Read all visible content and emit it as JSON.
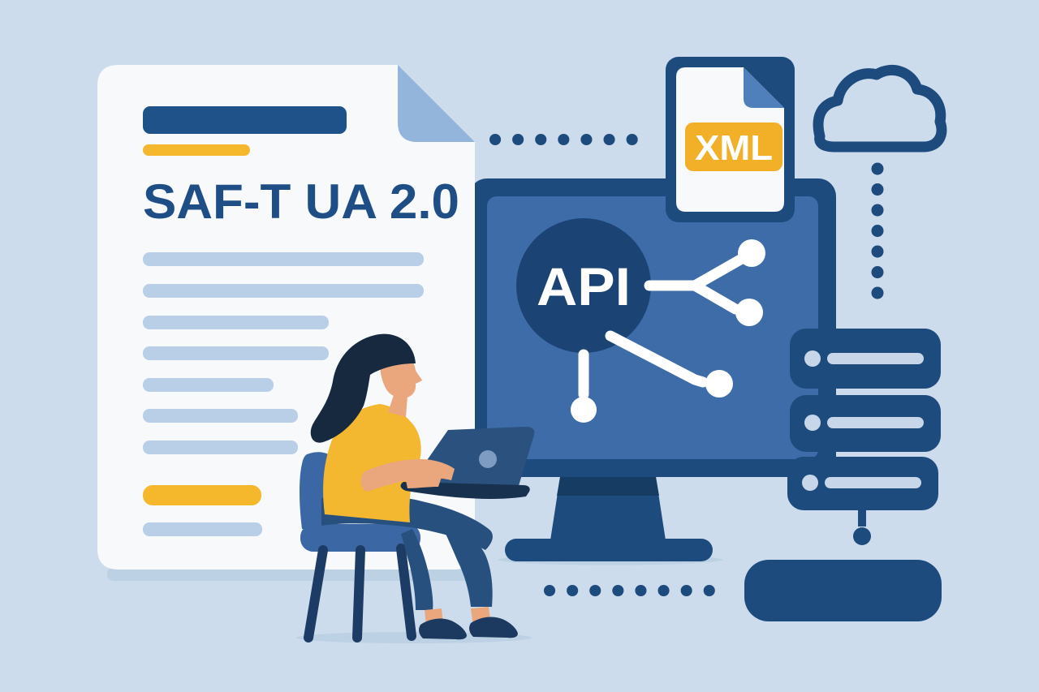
{
  "scene": {
    "description": "Flat illustration: SAF-T UA 2.0 electronic audit file concept with API integration",
    "document": {
      "heading": "SAF-T UA 2.0"
    },
    "monitor": {
      "api_label": "API"
    },
    "xml_file": {
      "label": "XML"
    },
    "icons": [
      "document-icon",
      "folded-corner-icon",
      "xml-file-icon",
      "api-circle-icon",
      "network-node-icon",
      "cloud-icon",
      "server-stack-icon",
      "process-box-icon",
      "dotted-connector-icon",
      "monitor-icon",
      "laptop-icon",
      "chair-icon",
      "person-illustration"
    ],
    "palette": {
      "background": "#cddcec",
      "paper": "#f7f9fb",
      "navy": "#1d4b7e",
      "header_blue": "#1e5288",
      "title_blue": "#1f4e87",
      "screen_blue": "#3d6ca9",
      "api_circle": "#1b4373",
      "light_line": "#b9cfe7",
      "yellow": "#f5b82d",
      "badge_yellow": "#f2b028",
      "fold_light": "#93b5dc",
      "fold_dark": "#4f80bb",
      "server_accent": "#c7d7e9",
      "hair": "#16293f",
      "skin": "#eaa77d",
      "shirt": "#f3b82f",
      "pants": "#27507f",
      "shoes": "#1c3a5f",
      "chair": "#3b68a5",
      "chair_legs": "#1c3c66",
      "laptop_lid": "#2b527f",
      "laptop_base": "#17314f",
      "shadow": "#bdd1e4",
      "white": "#ffffff"
    }
  }
}
